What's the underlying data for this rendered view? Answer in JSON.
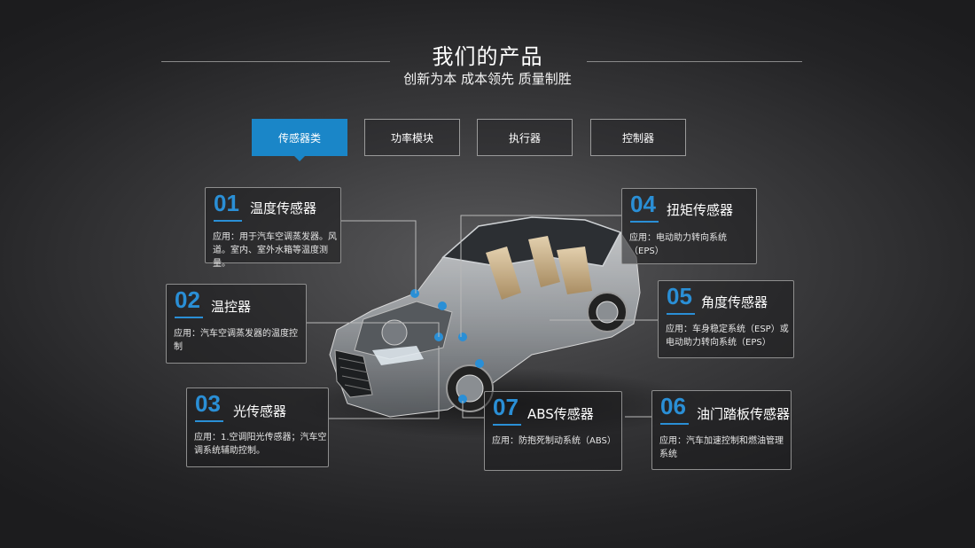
{
  "header": {
    "title": "我们的产品",
    "subtitle": "创新为本 成本领先 质量制胜"
  },
  "tabs": [
    {
      "label": "传感器类",
      "active": true
    },
    {
      "label": "功率模块",
      "active": false
    },
    {
      "label": "执行器",
      "active": false
    },
    {
      "label": "控制器",
      "active": false
    }
  ],
  "products": [
    {
      "num": "01",
      "name": "温度传感器",
      "desc": "应用：用于汽车空调蒸发器。风道。室内、室外水箱等温度测量。"
    },
    {
      "num": "02",
      "name": "温控器",
      "desc": "应用：汽车空调蒸发器的温度控制"
    },
    {
      "num": "03",
      "name": "光传感器",
      "desc": "应用：1.空调阳光传感器；汽车空调系统辅助控制。"
    },
    {
      "num": "04",
      "name": "扭矩传感器",
      "desc": "应用：电动助力转向系统（EPS）"
    },
    {
      "num": "05",
      "name": "角度传感器",
      "desc": "应用：车身稳定系统（ESP）或电动助力转向系统（EPS）"
    },
    {
      "num": "06",
      "name": "油门踏板传感器",
      "desc": "应用：汽车加速控制和燃油管理系统"
    },
    {
      "num": "07",
      "name": "ABS传感器",
      "desc": "应用：防抱死制动系统（ABS）"
    }
  ],
  "colors": {
    "accent": "#1a86c8",
    "number": "#2a8fd6"
  }
}
